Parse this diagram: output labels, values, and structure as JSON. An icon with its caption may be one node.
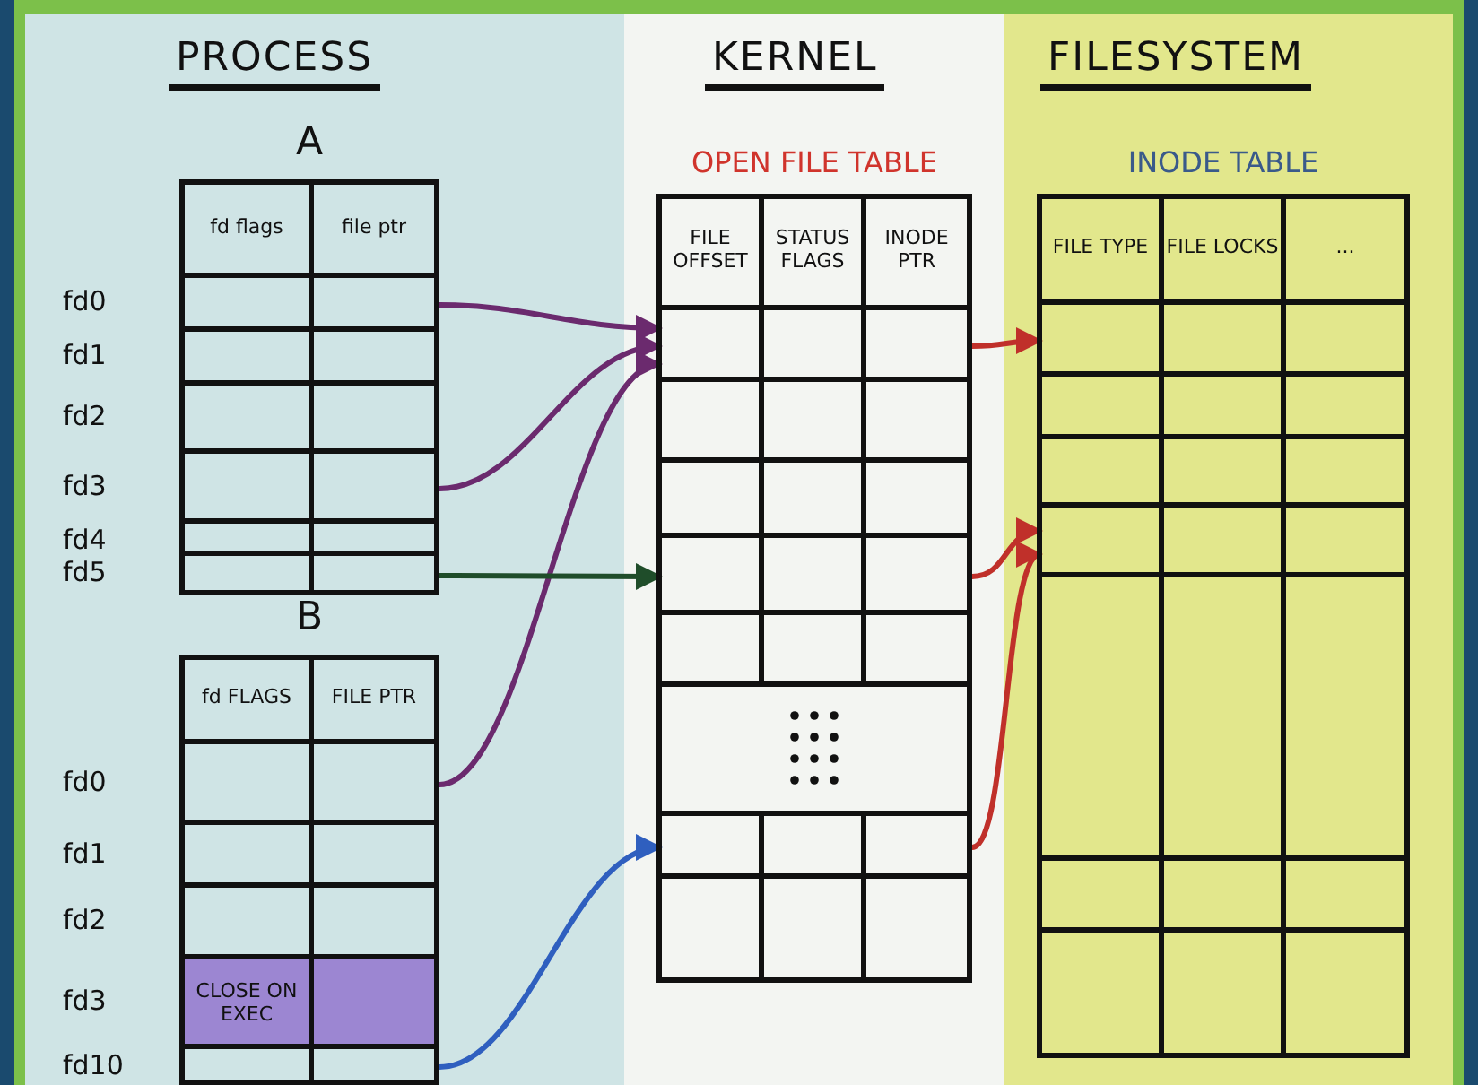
{
  "diagram": {
    "nodes": [
      {
        "text": [
          "PROCESS"
        ]
      },
      {
        "text": [
          "A"
        ],
        "in": 0
      },
      {
        "text": [
          "fd flags",
          "file ptr"
        ],
        "in": 1
      },
      {
        "text": [],
        "shape": "box",
        "in": 1,
        "beside": [
          "fd0"
        ]
      },
      {
        "text": [],
        "shape": "box",
        "in": 1,
        "beside": [
          "fd1"
        ]
      },
      {
        "text": [],
        "shape": "box",
        "in": 1,
        "beside": [
          "fd2"
        ]
      },
      {
        "text": [],
        "shape": "box",
        "in": 1,
        "beside": [
          "fd3"
        ]
      },
      {
        "text": [],
        "shape": "box",
        "in": 1,
        "beside": [
          "fd4"
        ]
      },
      {
        "text": [],
        "shape": "box",
        "in": 1,
        "beside": [
          "fd5"
        ]
      },
      {
        "text": [
          "B"
        ],
        "in": 0
      },
      {
        "text": [
          "fd FLAGS",
          "FILE PTR"
        ],
        "in": 9
      },
      {
        "text": [],
        "shape": "box",
        "in": 9,
        "beside": [
          "fd0"
        ]
      },
      {
        "text": [],
        "shape": "box",
        "in": 9,
        "beside": [
          "fd1"
        ]
      },
      {
        "text": [],
        "shape": "box",
        "in": 9,
        "beside": [
          "fd2"
        ]
      },
      {
        "text": [
          "CLOSE ON EXEC"
        ],
        "in": 9,
        "beside": [
          "fd3"
        ]
      },
      {
        "text": [],
        "shape": "box",
        "in": 9,
        "beside": [
          "fd10"
        ]
      },
      {
        "text": [
          "KERNEL"
        ]
      },
      {
        "text": [
          "OPEN FILE TABLE"
        ],
        "in": 16
      },
      {
        "text": [
          "FILE OFFSET",
          "STATUS FLAGS",
          "INODE PTR"
        ],
        "in": 17
      },
      {
        "text": [],
        "shape": "box",
        "in": 17
      },
      {
        "text": [],
        "shape": "box",
        "in": 17
      },
      {
        "text": [],
        "shape": "box",
        "in": 17
      },
      {
        "text": [],
        "shape": "box",
        "in": 17
      },
      {
        "text": [],
        "shape": "box",
        "in": 17
      },
      {
        "text": [],
        "shape": "box",
        "in": 17
      },
      {
        "text": [],
        "shape": "box",
        "in": 17
      },
      {
        "text": [],
        "shape": "box",
        "in": 17
      },
      {
        "text": [
          "FILESYSTEM"
        ]
      },
      {
        "text": [
          "INODE TABLE"
        ],
        "in": 27
      },
      {
        "text": [
          "FILE TYPE",
          "FILE LOCKS",
          "..."
        ],
        "in": 28
      },
      {
        "text": [],
        "shape": "box",
        "in": 28
      },
      {
        "text": [],
        "shape": "box",
        "in": 28
      },
      {
        "text": [],
        "shape": "box",
        "in": 28
      },
      {
        "text": [],
        "shape": "box",
        "in": 28
      },
      {
        "text": [],
        "shape": "box",
        "in": 28
      },
      {
        "text": [],
        "shape": "box",
        "in": 28
      },
      {
        "text": [],
        "shape": "box",
        "in": 28
      }
    ],
    "edges": [
      {
        "from": 3,
        "to": 19,
        "arrow": "to",
        "color": "#6b2a6e"
      },
      {
        "from": 6,
        "to": 19,
        "arrow": "to",
        "color": "#6b2a6e"
      },
      {
        "from": 11,
        "to": 19,
        "arrow": "to",
        "color": "#6b2a6e"
      },
      {
        "from": 8,
        "to": 22,
        "arrow": "to",
        "color": "#1f4d2a"
      },
      {
        "from": 15,
        "to": 25,
        "arrow": "to",
        "color": "#2f5fbf"
      },
      {
        "from": 19,
        "to": 30,
        "arrow": "to",
        "color": "#c0302a"
      },
      {
        "from": 22,
        "to": 33,
        "arrow": "to",
        "color": "#c0302a"
      },
      {
        "from": 25,
        "to": 33,
        "arrow": "to",
        "color": "#c0302a"
      }
    ]
  }
}
